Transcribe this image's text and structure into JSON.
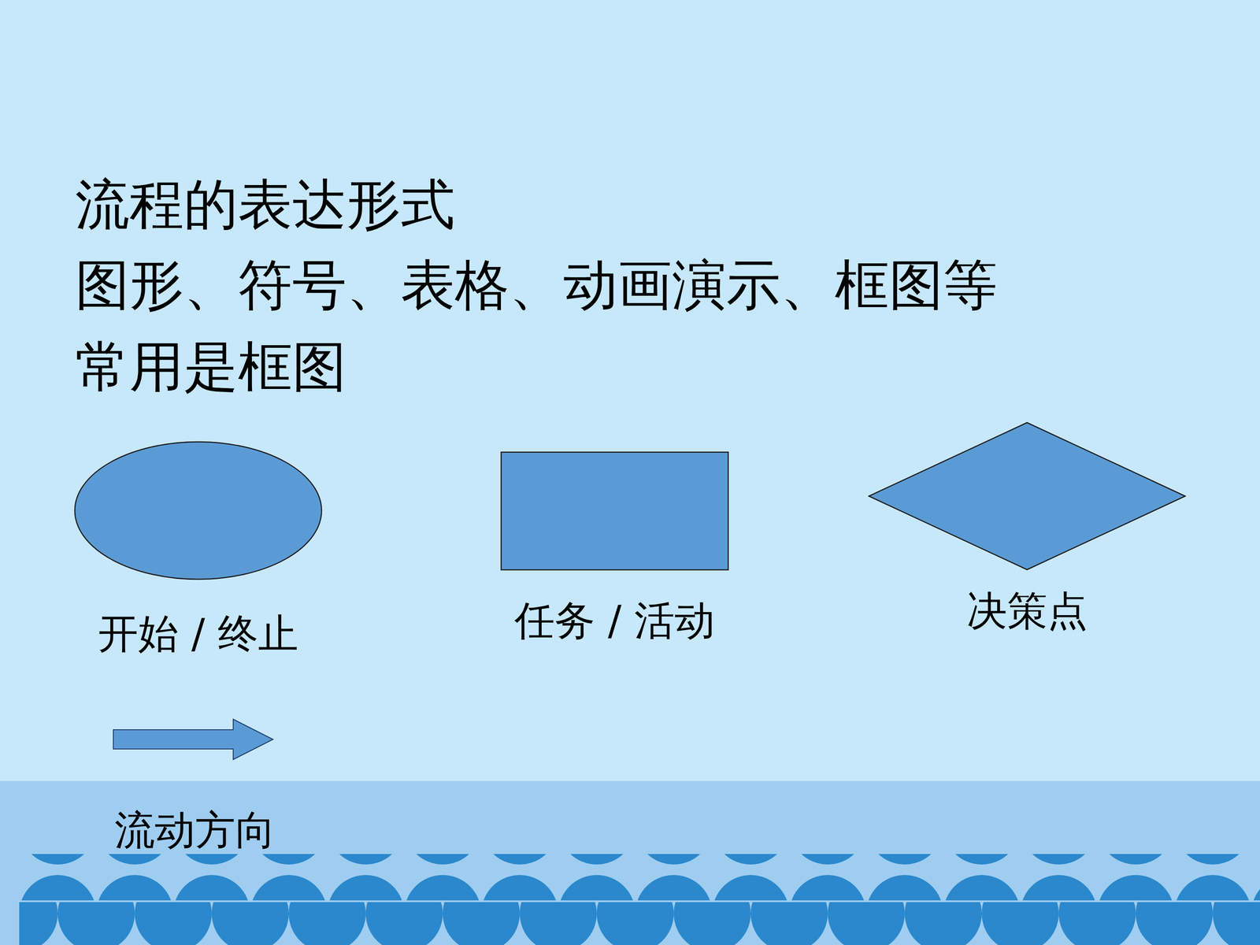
{
  "diagram": {
    "title": "流程的表达形式",
    "nodes": [
      {
        "text": [
          "开始 / 终止"
        ]
      },
      {
        "text": [
          "任务 / 活动"
        ]
      },
      {
        "text": [
          "决策点"
        ]
      }
    ],
    "labels": [
      "图形、符号、表格、动画演示、框图等",
      "常用是框图",
      "流动方向"
    ]
  }
}
